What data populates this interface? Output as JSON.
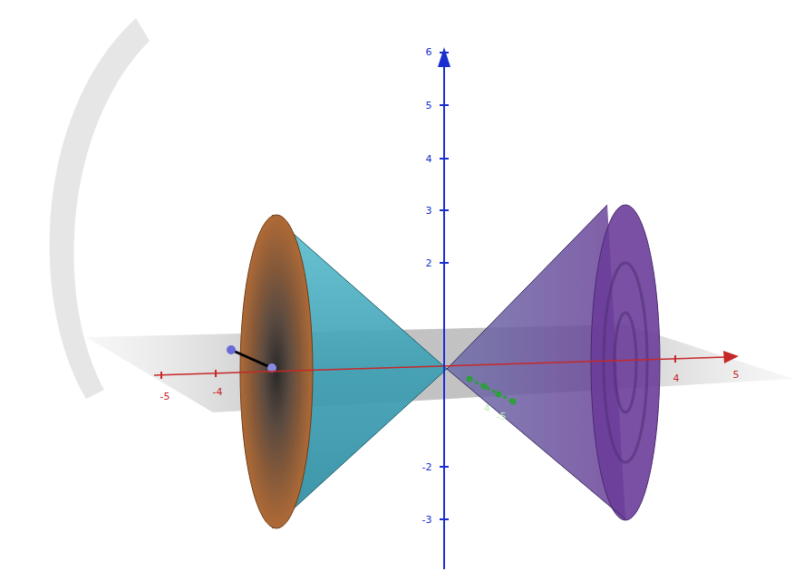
{
  "diagram": {
    "labels": [
      "6",
      "5",
      "4",
      "3",
      "2",
      "-2",
      "-3",
      "-5",
      "-4",
      "4",
      "5",
      "4",
      "-5"
    ]
  }
}
